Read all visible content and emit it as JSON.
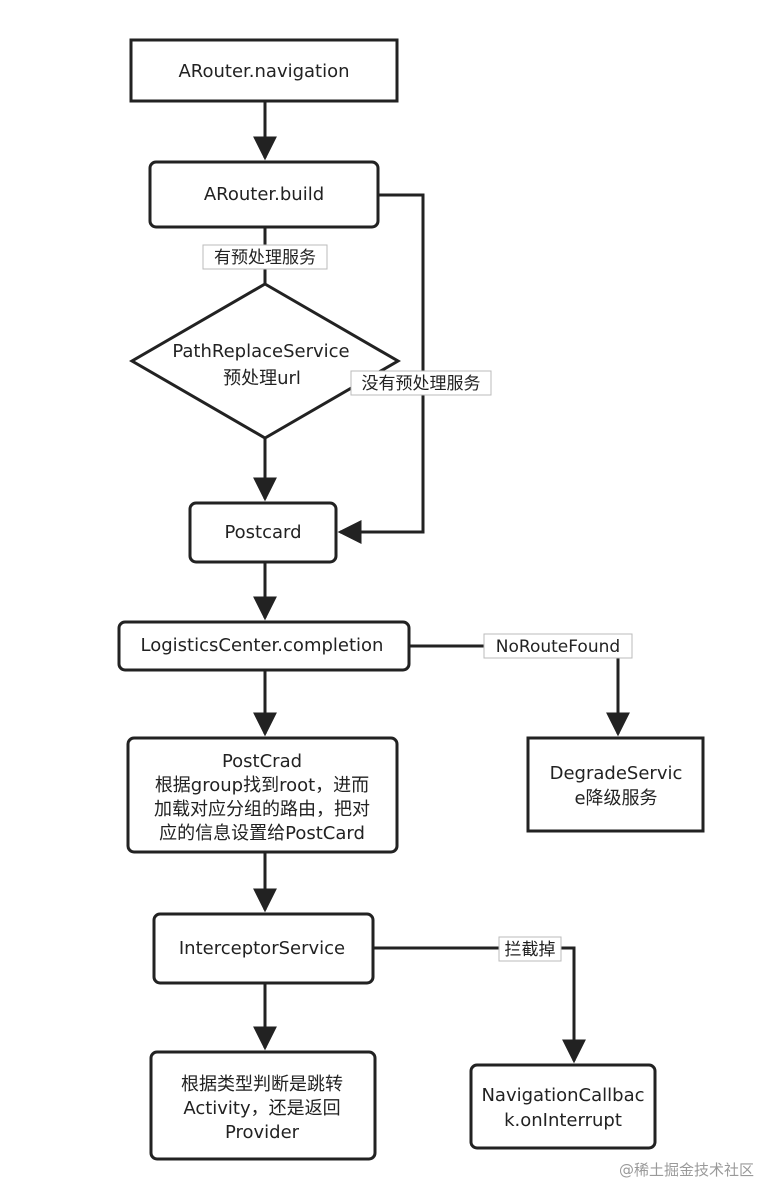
{
  "nodes": {
    "navigation": {
      "lines": [
        "ARouter.navigation"
      ]
    },
    "build": {
      "lines": [
        "ARouter.build"
      ]
    },
    "path_replace": {
      "lines": [
        "PathReplaceService",
        "预处理url"
      ]
    },
    "postcard": {
      "lines": [
        "Postcard"
      ]
    },
    "logistics": {
      "lines": [
        "LogisticsCenter.completion"
      ]
    },
    "postcrad_info": {
      "lines": [
        "PostCrad",
        "根据group找到root，进而",
        "加载对应分组的路由，把对",
        "应的信息设置给PostCard"
      ]
    },
    "degrade": {
      "lines": [
        "DegradeServic",
        "e降级服务"
      ]
    },
    "interceptor": {
      "lines": [
        "InterceptorService"
      ]
    },
    "judge": {
      "lines": [
        "根据类型判断是跳转",
        "Activity，还是返回",
        "Provider"
      ]
    },
    "callback": {
      "lines": [
        "NavigationCallbac",
        "k.onInterrupt"
      ]
    }
  },
  "edge_labels": {
    "has_preprocess": "有预处理服务",
    "no_preprocess": "没有预处理服务",
    "no_route_found": "NoRouteFound",
    "intercepted": "拦截掉"
  },
  "watermark": "@稀土掘金技术社区",
  "colors": {
    "stroke": "#222222",
    "background": "#ffffff",
    "label_bg": "#ffffff",
    "watermark": "#9a9a9a"
  }
}
